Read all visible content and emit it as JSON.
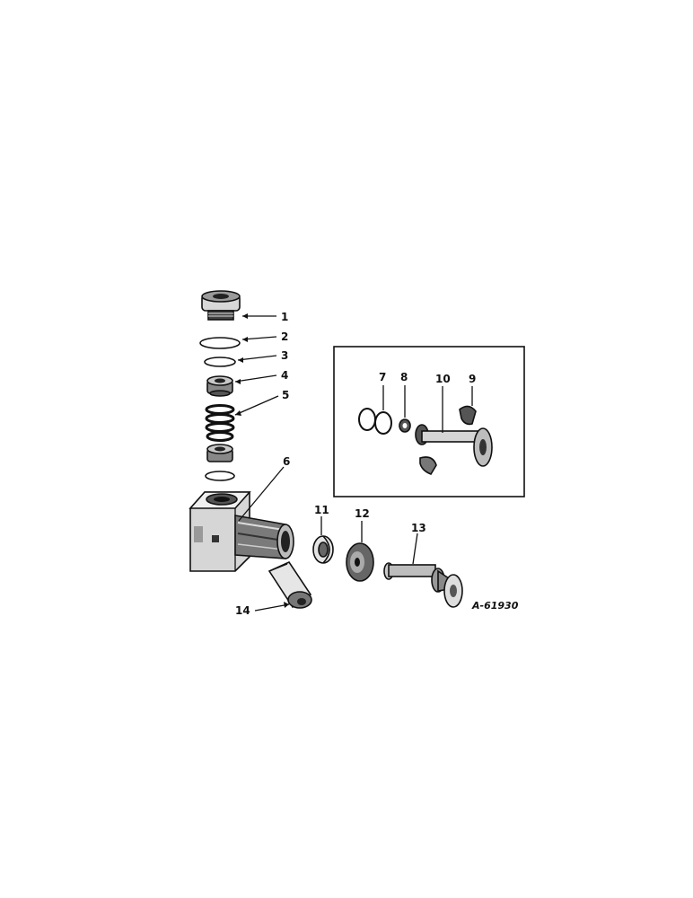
{
  "diagram": {
    "drawing_number": "A-61930",
    "callouts": [
      {
        "id": "1",
        "label": "1"
      },
      {
        "id": "2",
        "label": "2"
      },
      {
        "id": "3",
        "label": "3"
      },
      {
        "id": "4",
        "label": "4"
      },
      {
        "id": "5",
        "label": "5"
      },
      {
        "id": "6",
        "label": "6"
      },
      {
        "id": "7",
        "label": "7"
      },
      {
        "id": "8",
        "label": "8"
      },
      {
        "id": "9",
        "label": "9"
      },
      {
        "id": "10",
        "label": "10"
      },
      {
        "id": "11",
        "label": "11"
      },
      {
        "id": "12",
        "label": "12"
      },
      {
        "id": "13",
        "label": "13"
      },
      {
        "id": "14",
        "label": "14"
      }
    ]
  }
}
